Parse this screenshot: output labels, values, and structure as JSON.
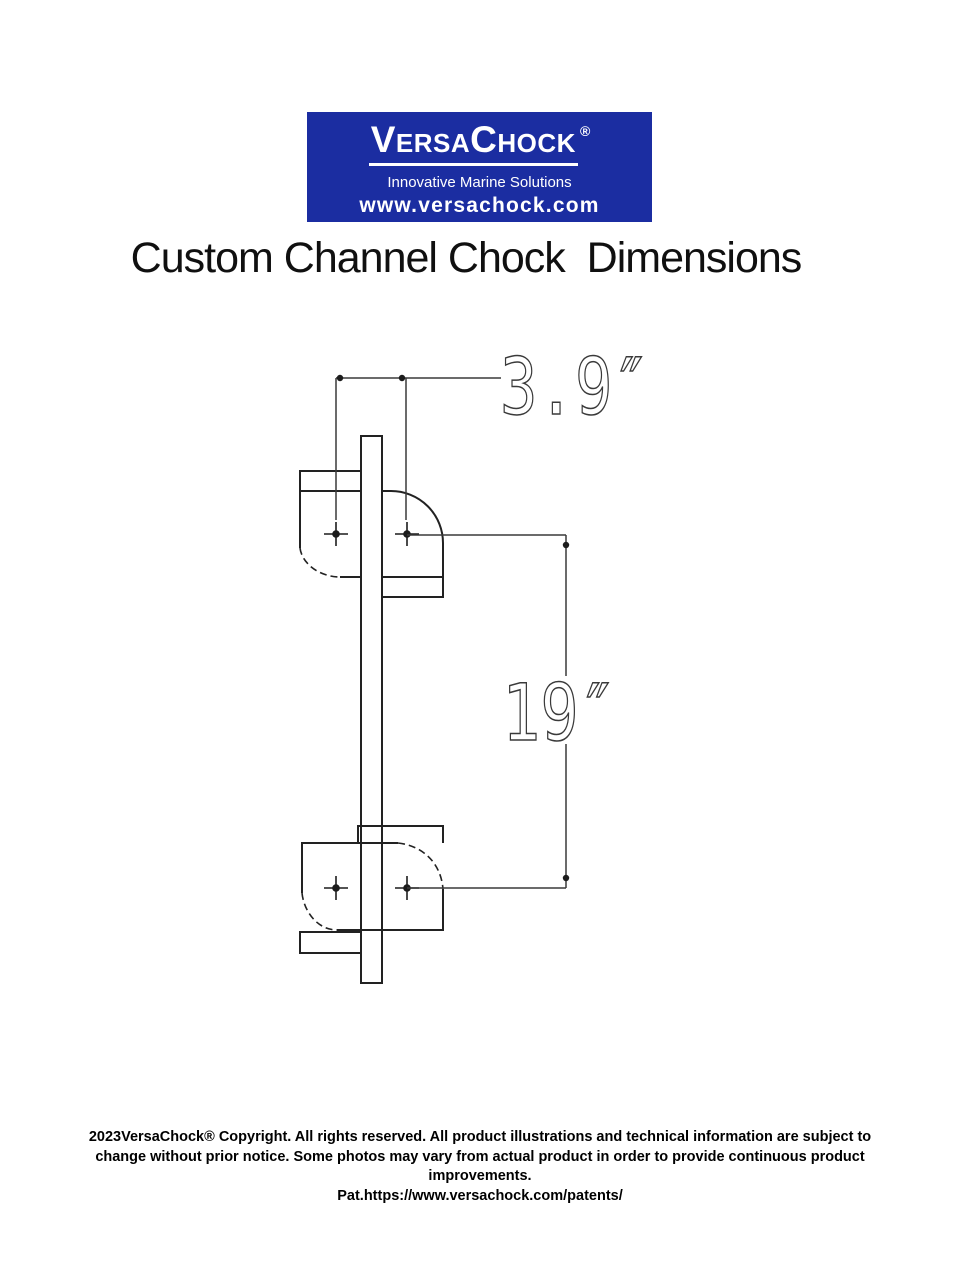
{
  "logo": {
    "brand": "VersaChock",
    "registered": "®",
    "tagline": "Innovative Marine Solutions",
    "website": "www.versachock.com"
  },
  "title": "Custom Channel Chock  Dimensions",
  "drawing": {
    "width_dim": "3.9″",
    "height_dim": "19″"
  },
  "footer": {
    "lines": [
      "2023VersaChock® Copyright. All rights reserved. All product illustrations and technical information are subject to",
      "change without prior notice. Some photos may vary from actual product in order to provide continuous product",
      "improvements.",
      "Pat.https://www.versachock.com/patents/"
    ]
  },
  "colors": {
    "logo_blue": "#1b2da1",
    "logo_text": "#ffffff",
    "line": "#222222",
    "dim": "#3a3a3a",
    "text": "#000000"
  }
}
